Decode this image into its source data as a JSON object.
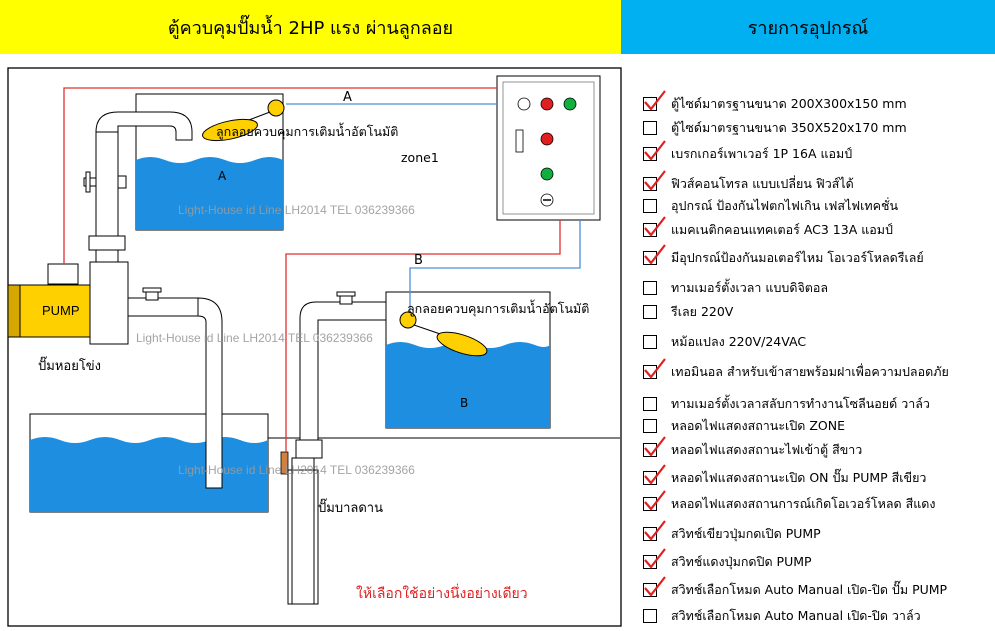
{
  "header": {
    "title": "ตู้ควบคุมปั๊มน้ำ 2HP แรง ผ่านลูกลอย",
    "list_title": "รายการอุปกรณ์"
  },
  "diagram": {
    "pump_label": "PUMP",
    "centrifugal_pump_label": "ปั๊มหอยโข่ง",
    "submersible_pump_label": "ปั๊มบาลดาน",
    "float_a_label": "ลูกลอยควบคุมการเติมน้ำอัตโนมัติ",
    "float_b_label": "ลูกลอยควบคุมการเติมน้ำอัตโนมัติ",
    "zone_label": "zone1",
    "tank_a_label": "A",
    "tank_b_label": "B",
    "wire_a_label": "A",
    "wire_b_label": "B",
    "watermark": "Light-House id Line LH2014  TEL 036239366",
    "choose_note": "ให้เลือกใช้อย่างนึ่งอย่างเดียว",
    "colors": {
      "wire_red": "#e03030",
      "wire_blue": "#4a90d9",
      "water": "#1e8fe0"
    }
  },
  "checklist": [
    {
      "label": "ตู้ไซด์มาตรฐานขนาด 200X300x150 mm",
      "checked": true
    },
    {
      "label": "ตู้ไซด์มาตรฐานขนาด 350X520x170 mm",
      "checked": false
    },
    {
      "label": "เบรกเกอร์เพาเวอร์ 1P 16A แอมป์",
      "checked": true
    },
    {
      "label": "ฟิวส์คอนโทรล แบบเปลี่ยน ฟิวส์ได้",
      "checked": true
    },
    {
      "label": "อุปกรณ์ ป้องกันไฟตกไฟเกิน เฟสไฟเทคชั่น",
      "checked": false
    },
    {
      "label": "แมคเนติกคอนแทคเตอร์ AC3  13A แอมป์",
      "checked": true
    },
    {
      "label": "มีอุปกรณ์ป้องกันมอเตอร์ไหม โอเวอร์โหลดรีเลย์",
      "checked": true
    },
    {
      "label": "ทามเมอร์ตั้งเวลา แบบดิจิตอล",
      "checked": false
    },
    {
      "label": "รีเลย 220V",
      "checked": false
    },
    {
      "label": "หม้อแปลง 220V/24VAC",
      "checked": false
    },
    {
      "label": "เทอมินอล สำหรับเข้าสายพร้อมฝาเพื่อความปลอดภัย",
      "checked": true
    },
    {
      "label": "ทามเมอร์ตั้งเวลาสลับการทำงานโซลีนอยด์ วาล์ว",
      "checked": false
    },
    {
      "label": "หลอดไฟแสดงสถานะเปิด ZONE",
      "checked": false
    },
    {
      "label": "หลอดไฟแสดงสถานะไฟเข้าตู้ สีขาว",
      "checked": true
    },
    {
      "label": "หลอดไฟแสดงสถานะเปิด ON ปั๊ม PUMP สีเขียว",
      "checked": true
    },
    {
      "label": "หลอดไฟแสดงสถานการณ์เกิดโอเวอร์โหลด สีแดง",
      "checked": true
    },
    {
      "label": "สวิทช์เขียวปุ่มกดเปิด PUMP",
      "checked": true
    },
    {
      "label": "สวิทช์แดงปุ่มกดปิด  PUMP",
      "checked": true
    },
    {
      "label": "สวิทช์เลือกโหมด Auto  Manual เปิด-ปิด ปั๊ม PUMP",
      "checked": true
    },
    {
      "label": "สวิทช์เลือกโหมด Auto  Manual เปิด-ปิด วาล์ว",
      "checked": false
    }
  ]
}
